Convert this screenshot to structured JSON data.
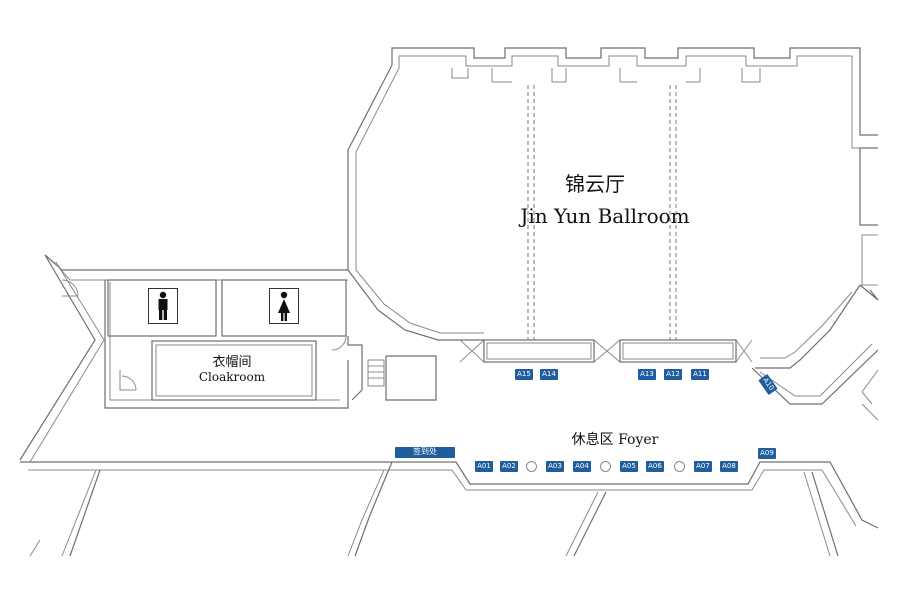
{
  "rooms": {
    "ballroom_cn": "锦云厅",
    "ballroom_en": "Jin Yun Ballroom",
    "cloakroom_cn": "衣帽间",
    "cloakroom_en": "Cloakroom",
    "foyer": "休息区 Foyer",
    "registration": "签到处"
  },
  "booths": {
    "a15": "A15",
    "a14": "A14",
    "a13": "A13",
    "a12": "A12",
    "a11": "A11",
    "a10": "A10",
    "a09": "A09",
    "a01": "A01",
    "a02": "A02",
    "a03": "A03",
    "a04": "A04",
    "a05": "A05",
    "a06": "A06",
    "a07": "A07",
    "a08": "A08"
  },
  "icons": {
    "male_restroom": "male-restroom-icon",
    "female_restroom": "female-restroom-icon"
  },
  "colors": {
    "booth": "#1f5d9e",
    "walls": "#6f6f6f"
  }
}
